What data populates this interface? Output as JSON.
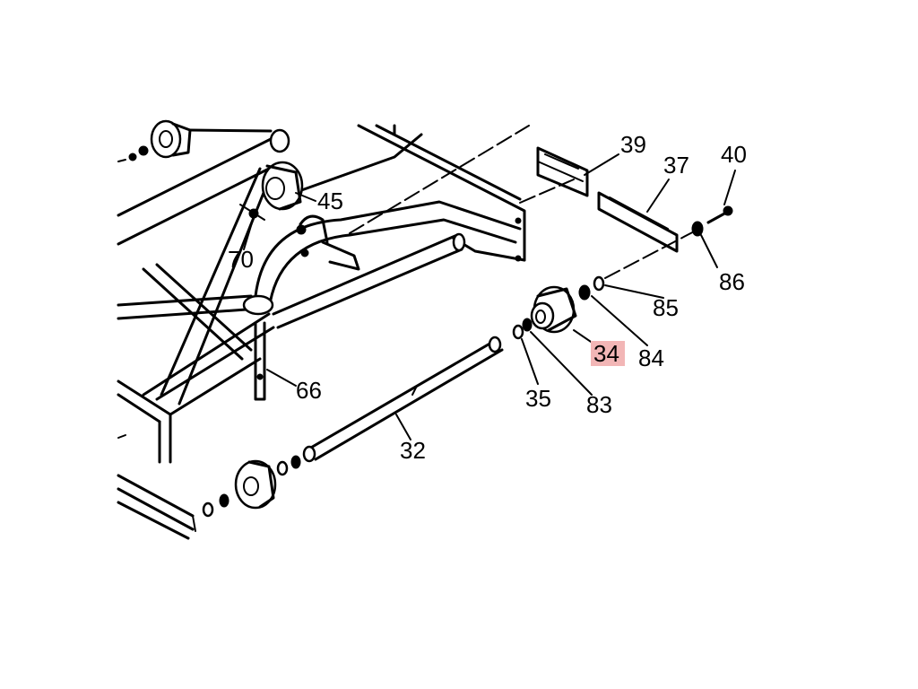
{
  "labels": {
    "p39": "39",
    "p37": "37",
    "p40": "40",
    "p45": "45",
    "p70": "70",
    "p86": "86",
    "p85": "85",
    "p34": "34",
    "p84": "84",
    "p66": "66",
    "p35": "35",
    "p83": "83",
    "p32": "32"
  },
  "highlighted_part": "34",
  "colors": {
    "highlight": "#f2b6b6",
    "ink": "#000000",
    "background": "#ffffff"
  }
}
